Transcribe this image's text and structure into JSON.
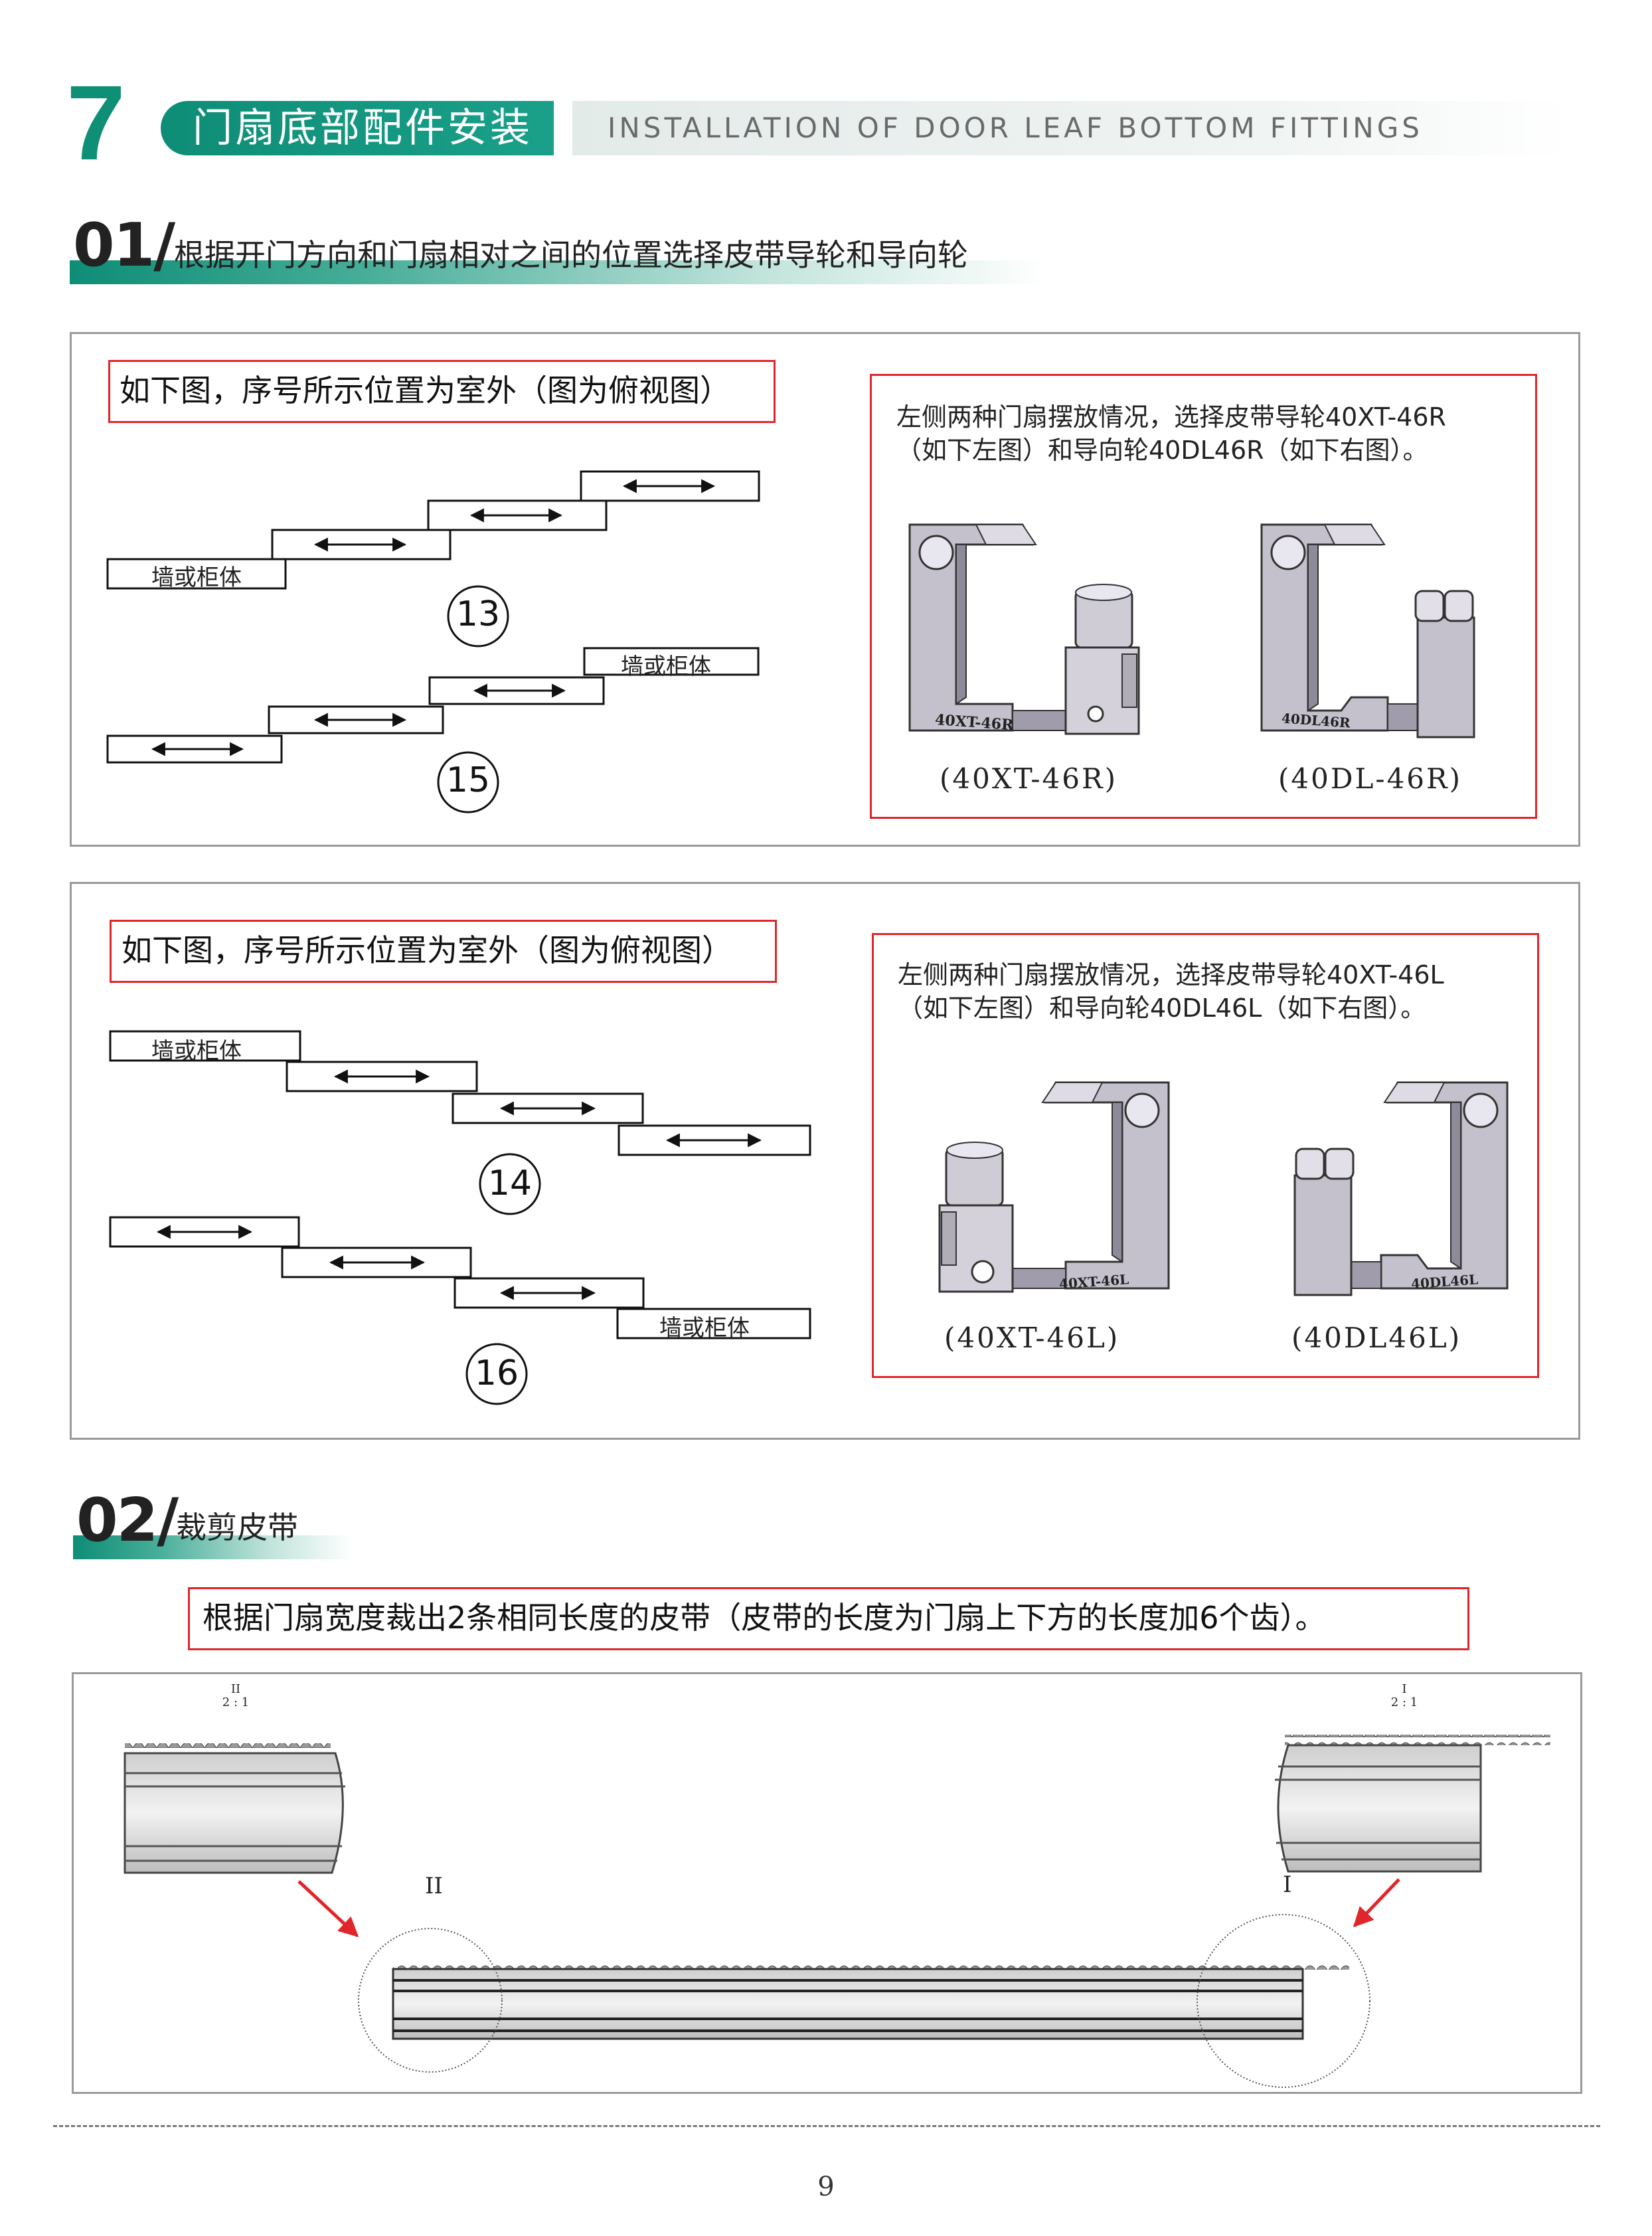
{
  "header": {
    "section_number": "7",
    "title_zh": "门扇底部配件安装",
    "title_en": "INSTALLATION OF DOOR LEAF BOTTOM FITTINGS"
  },
  "step1": {
    "number": "01/",
    "text": "根据开门方向和门扇相对之间的位置选择皮带导轮和导向轮"
  },
  "panel1": {
    "caption": "如下图，序号所示位置为室外（图为俯视图）",
    "wall_label": "墙或柜体",
    "diagram_a_number": "13",
    "diagram_b_number": "15",
    "desc_line1": "左侧两种门扇摆放情况，选择皮带导轮40XT-46R",
    "desc_line2": "（如下左图）和导向轮40DL46R（如下右图）。",
    "product_a_label": "(40XT-46R)",
    "product_b_label": "(40DL-46R)",
    "product_a_engraving": "40XT-46R",
    "product_b_engraving": "40DL46R"
  },
  "panel2": {
    "caption": "如下图，序号所示位置为室外（图为俯视图）",
    "wall_label": "墙或柜体",
    "diagram_a_number": "14",
    "diagram_b_number": "16",
    "desc_line1": "左侧两种门扇摆放情况，选择皮带导轮40XT-46L",
    "desc_line2": "（如下左图）和导向轮40DL46L（如下右图）。",
    "product_a_label": "(40XT-46L)",
    "product_b_label": "(40DL46L)",
    "product_a_engraving": "40XT-46L",
    "product_b_engraving": "40DL46L"
  },
  "step2": {
    "number": "02/",
    "text": "裁剪皮带",
    "instruction": "根据门扇宽度裁出2条相同长度的皮带（皮带的长度为门扇上下方的长度加6个齿）。"
  },
  "belt_figure": {
    "detail_left_label": "II",
    "detail_left_scale": "2 : 1",
    "detail_right_label": "I",
    "detail_right_scale": "2 : 1",
    "marker_left": "II",
    "marker_right": "I"
  },
  "colors": {
    "brand_green": "#0f8f76",
    "red_frame": "#e0262a",
    "part_gray": "#b9b6c2"
  },
  "page_number": "9"
}
